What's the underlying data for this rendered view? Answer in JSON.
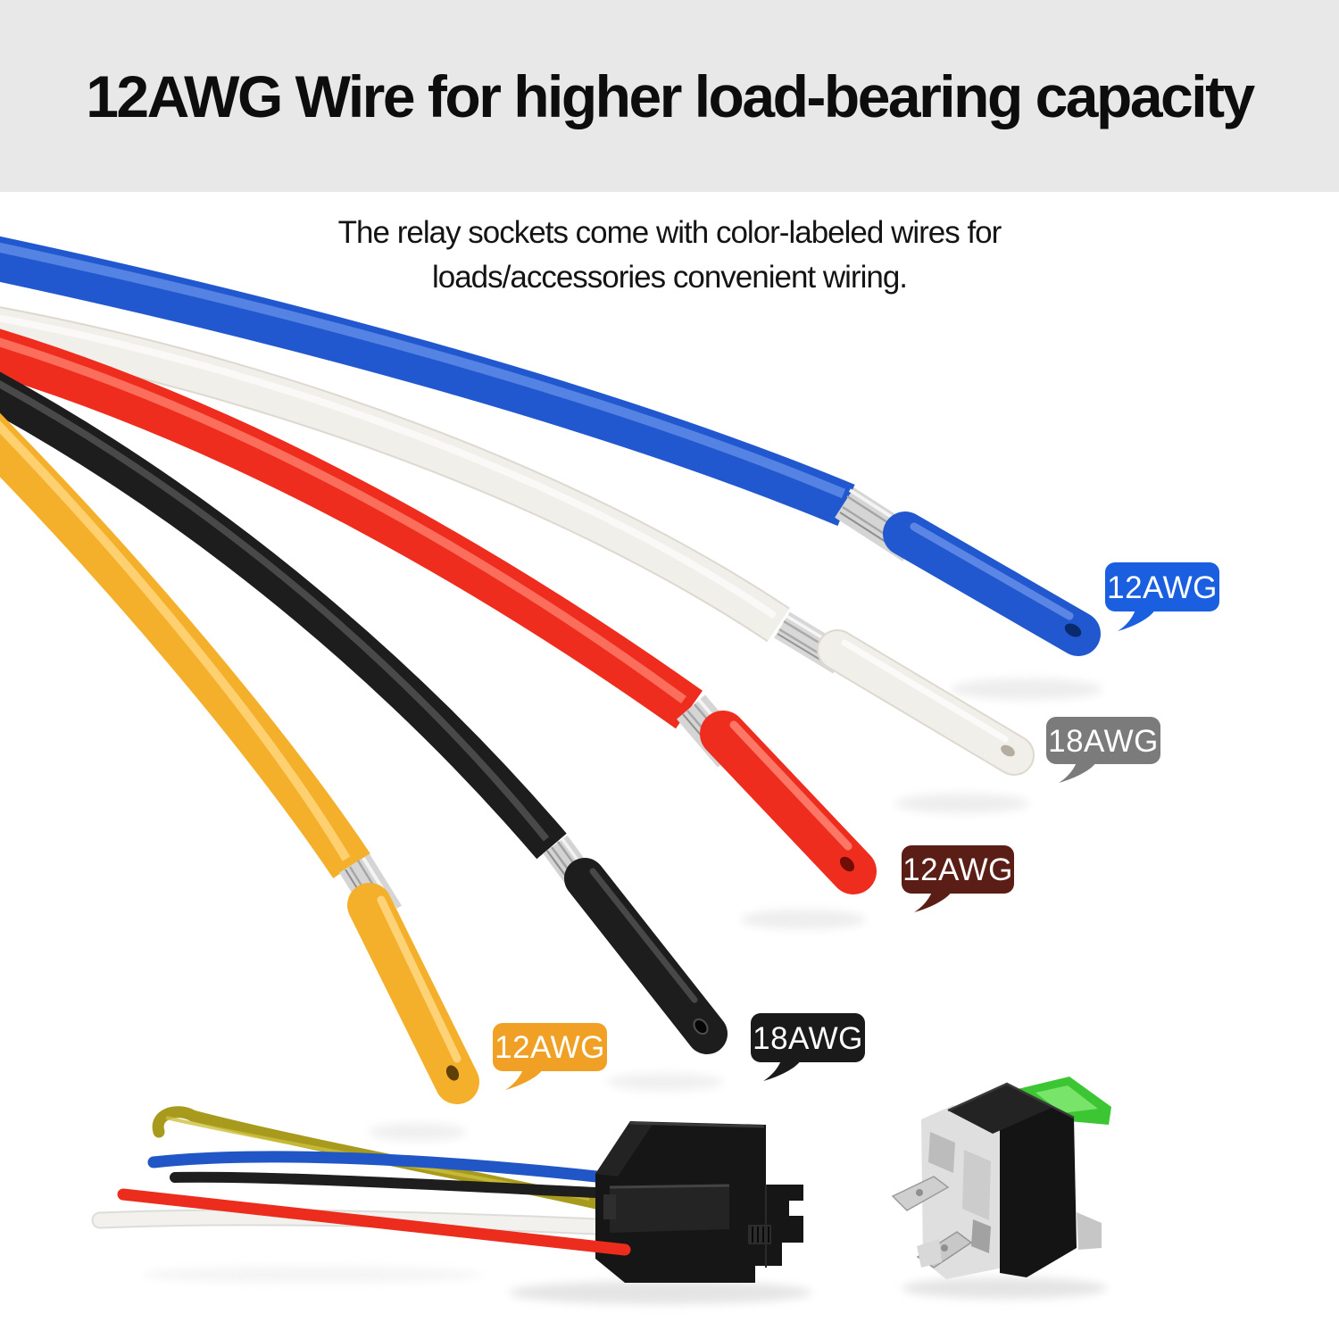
{
  "header": {
    "title": "12AWG Wire for higher load-bearing capacity",
    "background_color": "#e9e8e8",
    "text_color": "#0d0d0d"
  },
  "subtitle": {
    "line1": "The relay sockets come with color-labeled wires for",
    "line2": "loads/accessories convenient wiring."
  },
  "gauge_labels": [
    {
      "id": "blue",
      "text": "12AWG",
      "color": "#1a5fe0"
    },
    {
      "id": "white",
      "text": "18AWG",
      "color": "#7b7b7b"
    },
    {
      "id": "red",
      "text": "12AWG",
      "color": "#5a1e16"
    },
    {
      "id": "yellow",
      "text": "12AWG",
      "color": "#f0a125"
    },
    {
      "id": "black",
      "text": "18AWG",
      "color": "#1a1a1a"
    }
  ],
  "wires": [
    {
      "color_name": "blue",
      "gauge": "12AWG",
      "hex": "#2258cf"
    },
    {
      "color_name": "white",
      "gauge": "18AWG",
      "hex": "#f1efea"
    },
    {
      "color_name": "red",
      "gauge": "12AWG",
      "hex": "#ee2d1e"
    },
    {
      "color_name": "black",
      "gauge": "18AWG",
      "hex": "#1d1d1d"
    },
    {
      "color_name": "yellow",
      "gauge": "12AWG",
      "hex": "#f5b02b"
    }
  ],
  "socket_photo": {
    "wire_colors": [
      "yellow-green",
      "blue",
      "black",
      "white",
      "red"
    ]
  },
  "relay_photo": {
    "fuse_color": "#3dc634"
  }
}
